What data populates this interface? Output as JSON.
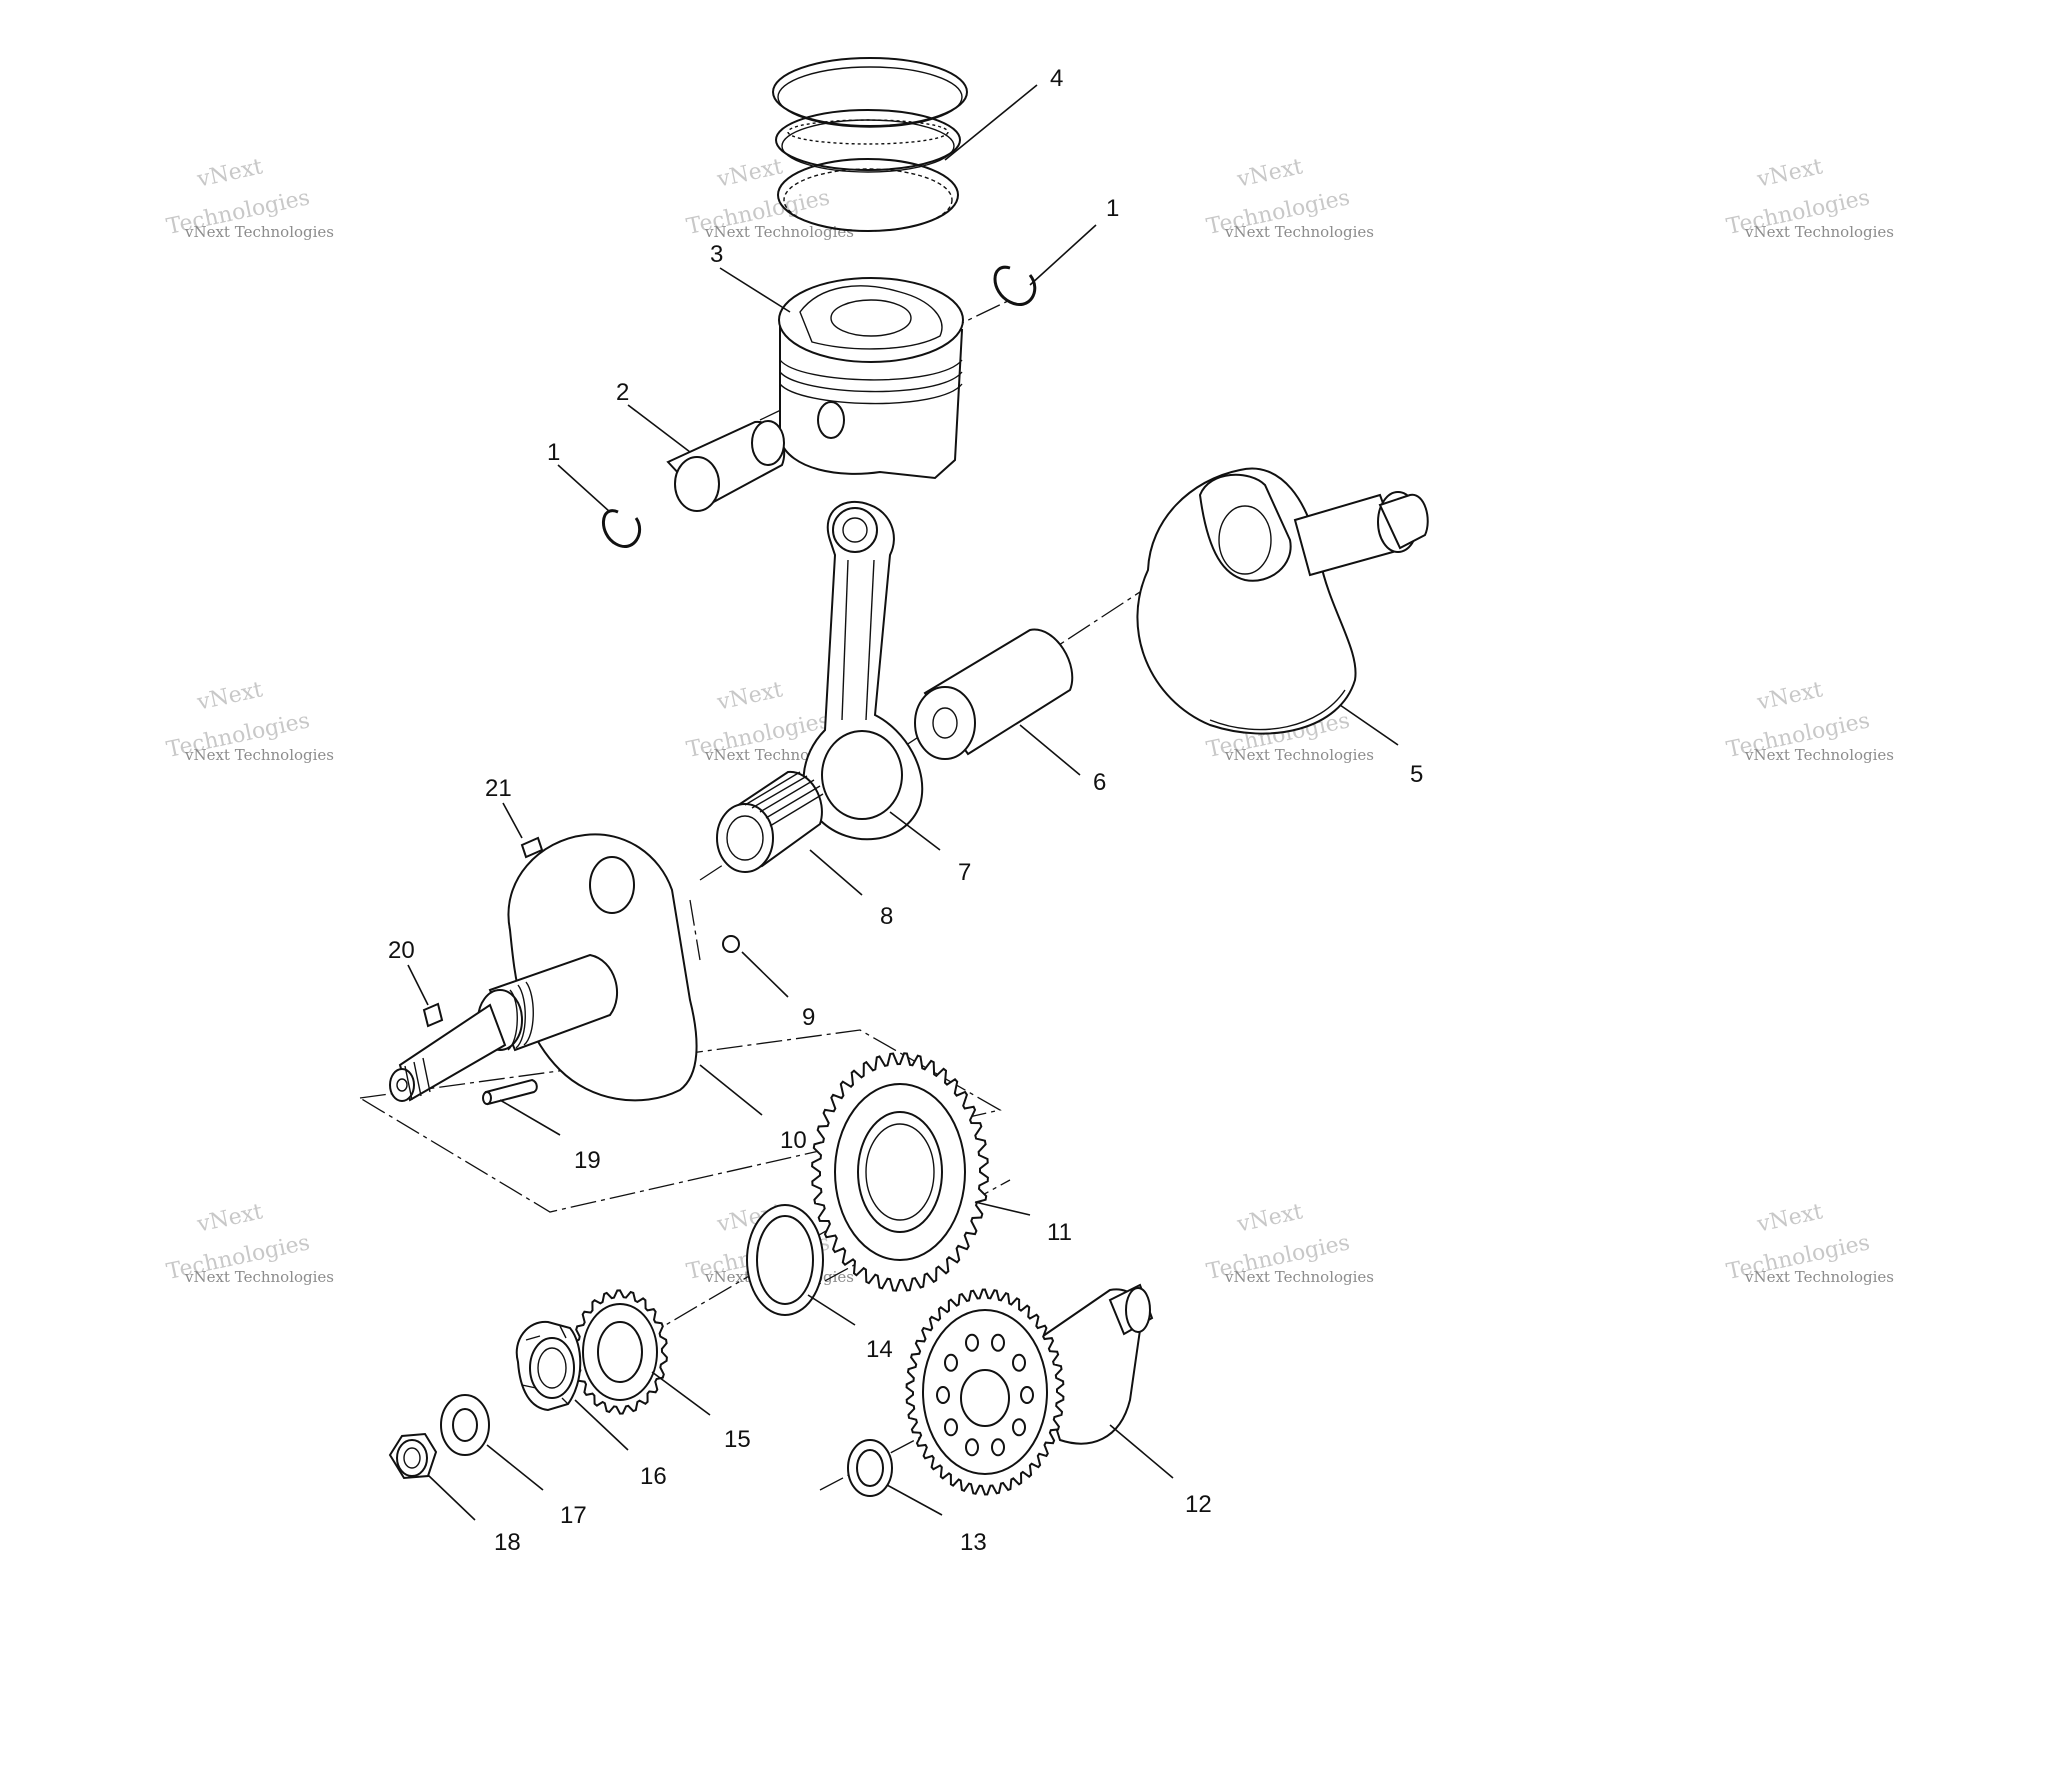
{
  "watermark": {
    "brand": "vNext",
    "company": "vNext Technologies",
    "word": "Technologies"
  },
  "callouts": [
    {
      "id": "c4",
      "label": "4"
    },
    {
      "id": "c1a",
      "label": "1"
    },
    {
      "id": "c3",
      "label": "3"
    },
    {
      "id": "c2",
      "label": "2"
    },
    {
      "id": "c1b",
      "label": "1"
    },
    {
      "id": "c5",
      "label": "5"
    },
    {
      "id": "c6",
      "label": "6"
    },
    {
      "id": "c7",
      "label": "7"
    },
    {
      "id": "c8",
      "label": "8"
    },
    {
      "id": "c21",
      "label": "21"
    },
    {
      "id": "c20",
      "label": "20"
    },
    {
      "id": "c9",
      "label": "9"
    },
    {
      "id": "c10",
      "label": "10"
    },
    {
      "id": "c19",
      "label": "19"
    },
    {
      "id": "c11",
      "label": "11"
    },
    {
      "id": "c14",
      "label": "14"
    },
    {
      "id": "c15",
      "label": "15"
    },
    {
      "id": "c16",
      "label": "16"
    },
    {
      "id": "c17",
      "label": "17"
    },
    {
      "id": "c18",
      "label": "18"
    },
    {
      "id": "c12",
      "label": "12"
    },
    {
      "id": "c13",
      "label": "13"
    }
  ]
}
